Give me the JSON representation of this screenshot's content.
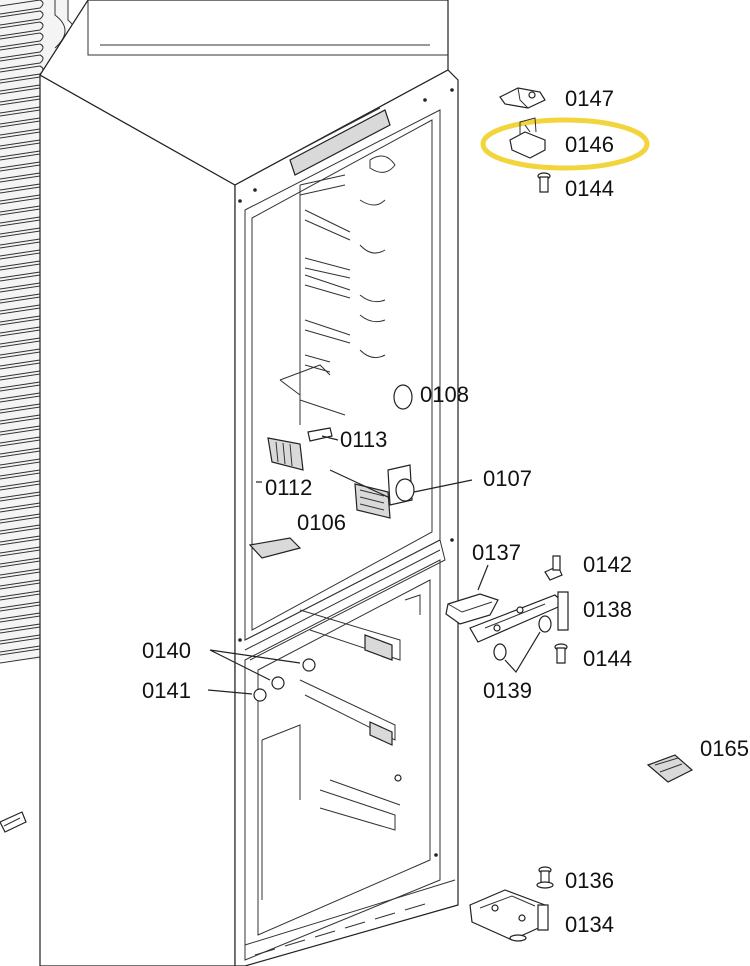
{
  "labels": {
    "p0147": "0147",
    "p0146": "0146",
    "p0144a": "0144",
    "p0108": "0108",
    "p0113": "0113",
    "p0112": "0112",
    "p0107": "0107",
    "p0106": "0106",
    "p0137": "0137",
    "p0142": "0142",
    "p0138": "0138",
    "p0144b": "0144",
    "p0139": "0139",
    "p0140": "0140",
    "p0141": "0141",
    "p0165": "0165",
    "p0136": "0136",
    "p0134": "0134"
  },
  "highlight": {
    "target": "0146",
    "color": "#f2d43c"
  },
  "colors": {
    "line": "#222222",
    "background": "#ffffff"
  }
}
